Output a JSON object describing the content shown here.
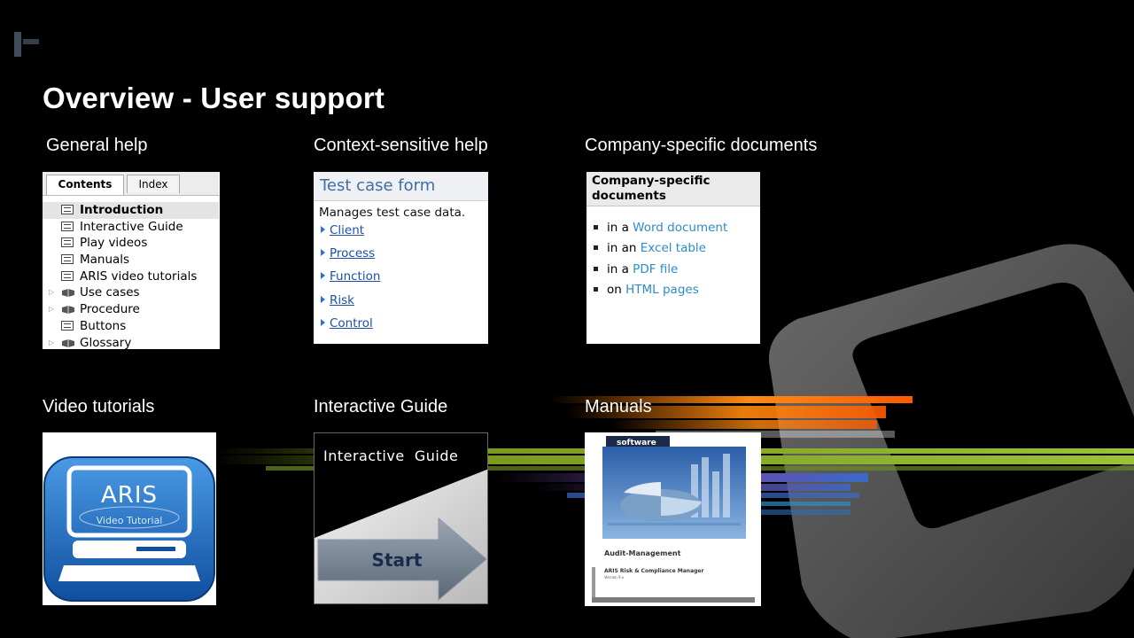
{
  "slide": {
    "title": "Overview - User support"
  },
  "sections": {
    "general_help": "General help",
    "context_help": "Context-sensitive help",
    "company_docs": "Company-specific documents",
    "video_tutorials": "Video tutorials",
    "interactive_guide": "Interactive Guide",
    "manuals": "Manuals"
  },
  "general_help_panel": {
    "tabs": [
      "Contents",
      "Index"
    ],
    "active_tab": "Contents",
    "tree": [
      {
        "label": "Introduction",
        "icon": "page-icon",
        "selected": true
      },
      {
        "label": "Interactive Guide",
        "icon": "page-icon"
      },
      {
        "label": "Play videos",
        "icon": "page-icon"
      },
      {
        "label": "Manuals",
        "icon": "page-icon"
      },
      {
        "label": "ARIS video tutorials",
        "icon": "page-icon"
      },
      {
        "label": "Use cases",
        "icon": "book-icon"
      },
      {
        "label": "Procedure",
        "icon": "book-icon"
      },
      {
        "label": "Buttons",
        "icon": "page-icon"
      },
      {
        "label": "Glossary",
        "icon": "book-icon"
      }
    ]
  },
  "context_panel": {
    "title": "Test case form",
    "description": "Manages test case data.",
    "links": [
      "Client",
      "Process",
      "Function",
      "Risk",
      "Control"
    ]
  },
  "company_panel": {
    "title": "Company-specific documents",
    "items": [
      {
        "prefix": "in a",
        "link": "Word document"
      },
      {
        "prefix": "in an",
        "link": "Excel table"
      },
      {
        "prefix": "in a",
        "link": "PDF file"
      },
      {
        "prefix": "on",
        "link": "HTML pages"
      }
    ]
  },
  "video_thumb": {
    "title": "ARIS",
    "subtitle": "Video Tutorial"
  },
  "guide_thumb": {
    "title": "Interactive  Guide",
    "button": "Start"
  },
  "manual_thumb": {
    "brand": "software",
    "doc_title": "Audit-Management",
    "product": "ARIS Risk & Compliance Manager",
    "version": "Version 9.x"
  },
  "colors": {
    "background": "#000000",
    "link_blue": "#1b4fa8",
    "doc_link": "#2b8cc8",
    "title_blue": "#3d6fa3"
  }
}
